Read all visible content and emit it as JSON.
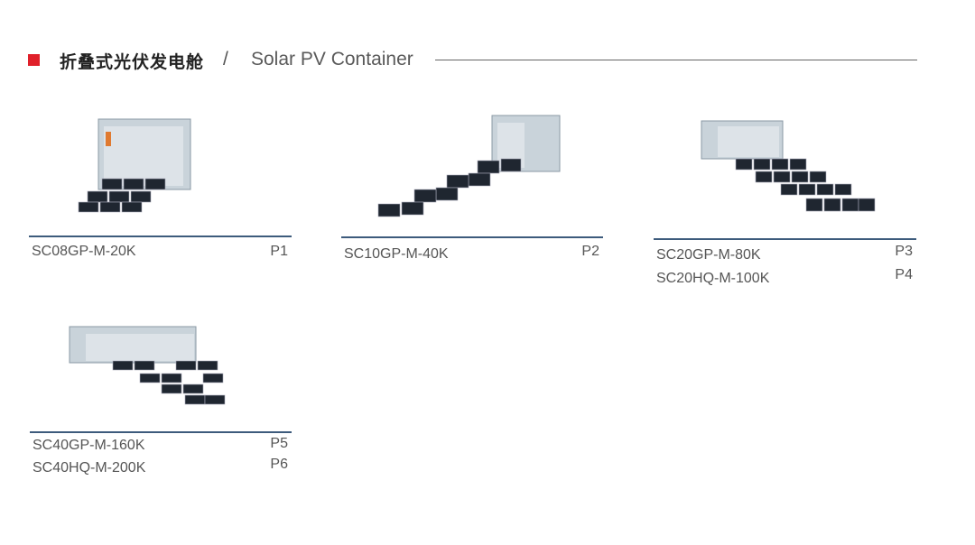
{
  "header": {
    "title_cn": "折叠式光伏发电舱",
    "separator": "/",
    "title_en": "Solar PV Container",
    "accent_color": "#e0202a"
  },
  "products": [
    {
      "rows": [
        {
          "model": "SC08GP-M-20K",
          "page": "P1"
        }
      ]
    },
    {
      "rows": [
        {
          "model": "SC10GP-M-40K",
          "page": "P2"
        }
      ]
    },
    {
      "rows": [
        {
          "model": "SC20GP-M-80K",
          "page": "P3"
        },
        {
          "model": "SC20HQ-M-100K",
          "page": "P4"
        }
      ]
    },
    {
      "rows": [
        {
          "model": "SC40GP-M-160K",
          "page": "P5"
        },
        {
          "model": "SC40HQ-M-200K",
          "page": "P6"
        }
      ]
    }
  ]
}
